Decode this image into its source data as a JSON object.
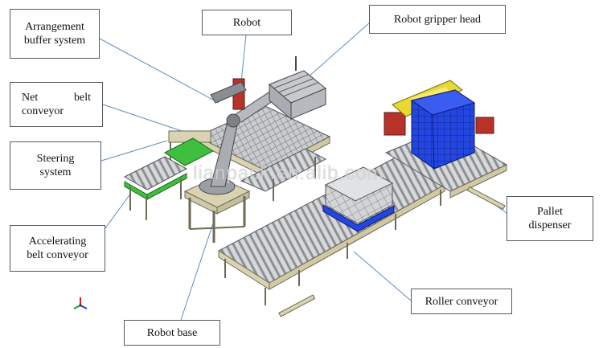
{
  "labels": {
    "arrangement_buffer": [
      "Arrangement",
      "buffer system"
    ],
    "robot": "Robot",
    "gripper_head": "Robot gripper head",
    "net_belt": [
      "Net belt",
      "conveyor"
    ],
    "steering": [
      "Steering",
      "system"
    ],
    "accelerating": [
      "Accelerating",
      "belt conveyor"
    ],
    "robot_base": "Robot base",
    "pallet_dispenser": [
      "Pallet",
      "dispenser"
    ],
    "roller_conveyor": "Roller conveyor"
  },
  "watermark": "lianpack.en.alib.com",
  "colors": {
    "frame": "#d9d3b4",
    "frame_edge": "#6f6a52",
    "roller": "#c7c9cc",
    "green_belt": "#3fbf3f",
    "pallet_blue": "#1f3fd6",
    "yellow_arm": "#e8d832",
    "red_accent": "#b8322a",
    "leader_line": "#5d8fc2"
  }
}
